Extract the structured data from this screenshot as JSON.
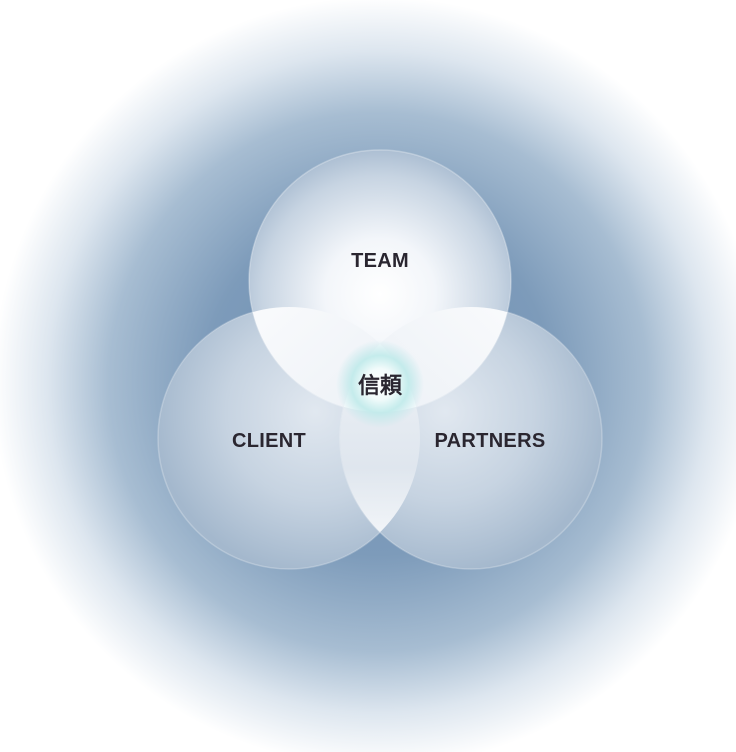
{
  "diagram": {
    "type": "venn",
    "sets": {
      "top": "TEAM",
      "left": "CLIENT",
      "right": "PARTNERS"
    },
    "center": "信頼"
  }
}
